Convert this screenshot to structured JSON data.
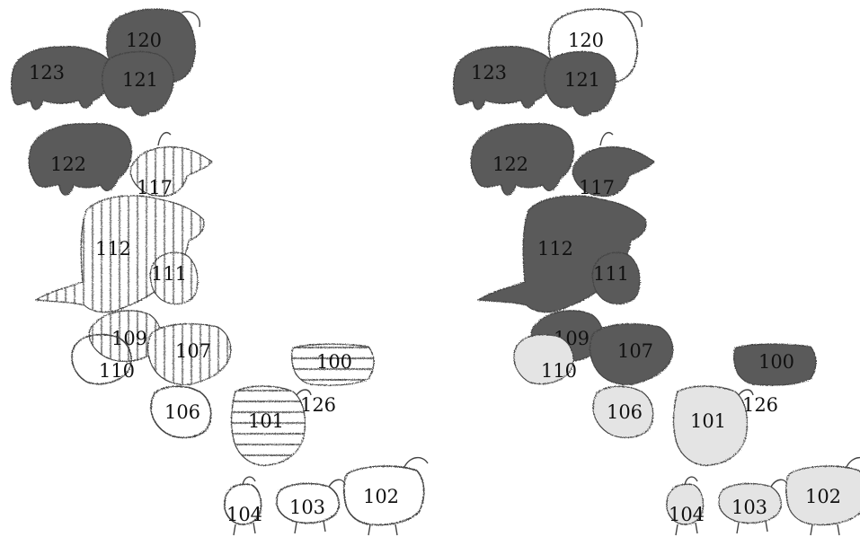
{
  "figure": {
    "panels": [
      {
        "id": "left",
        "style": "hatched",
        "figures": [
          {
            "label": "120",
            "shade": "dark"
          },
          {
            "label": "123",
            "shade": "dark"
          },
          {
            "label": "121",
            "shade": "dark"
          },
          {
            "label": "122",
            "shade": "dark"
          },
          {
            "label": "117",
            "shade": "vertical-stripes"
          },
          {
            "label": "112",
            "shade": "vertical-stripes"
          },
          {
            "label": "111",
            "shade": "vertical-stripes"
          },
          {
            "label": "109",
            "shade": "vertical-stripes"
          },
          {
            "label": "110",
            "shade": "outline"
          },
          {
            "label": "107",
            "shade": "vertical-stripes"
          },
          {
            "label": "100",
            "shade": "horizontal-stripes"
          },
          {
            "label": "126",
            "shade": "outline"
          },
          {
            "label": "106",
            "shade": "outline"
          },
          {
            "label": "101",
            "shade": "horizontal-stripes"
          },
          {
            "label": "104",
            "shade": "outline"
          },
          {
            "label": "103",
            "shade": "outline"
          },
          {
            "label": "102",
            "shade": "outline"
          }
        ]
      },
      {
        "id": "right",
        "style": "filled",
        "figures": [
          {
            "label": "120",
            "shade": "outline"
          },
          {
            "label": "123",
            "shade": "dark"
          },
          {
            "label": "121",
            "shade": "dark"
          },
          {
            "label": "122",
            "shade": "dark"
          },
          {
            "label": "117",
            "shade": "dark"
          },
          {
            "label": "112",
            "shade": "dark"
          },
          {
            "label": "111",
            "shade": "dark"
          },
          {
            "label": "109",
            "shade": "dark"
          },
          {
            "label": "110",
            "shade": "light"
          },
          {
            "label": "107",
            "shade": "dark"
          },
          {
            "label": "100",
            "shade": "dark"
          },
          {
            "label": "126",
            "shade": "outline"
          },
          {
            "label": "106",
            "shade": "light"
          },
          {
            "label": "101",
            "shade": "light"
          },
          {
            "label": "104",
            "shade": "light"
          },
          {
            "label": "103",
            "shade": "light"
          },
          {
            "label": "102",
            "shade": "light"
          }
        ]
      }
    ],
    "colors": {
      "dark": "#5a5a5a",
      "light": "#e4e4e4",
      "stroke": "#444444",
      "text": "#111111"
    }
  }
}
